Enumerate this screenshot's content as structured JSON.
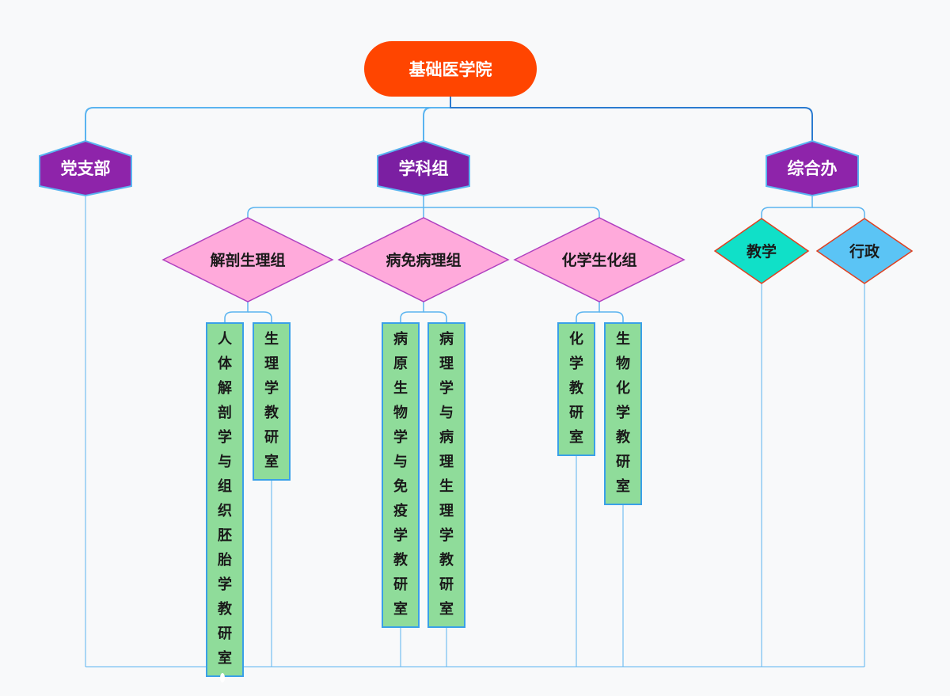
{
  "colors": {
    "root_fill": "#ff4500",
    "hex_fill": "#8e24aa",
    "hex_stroke": "#5ab4f0",
    "diamond_pink": "#ffaadb",
    "diamond_pink_stroke": "#b040c0",
    "diamond_teal": "#10e0c8",
    "diamond_blue": "#5bc4f5",
    "diamond_red_stroke": "#e04020",
    "leaf_fill": "#8fdc9a",
    "leaf_stroke": "#3aa0e8",
    "connector": "#5ab4f0",
    "connector_dark": "#2b7bd0"
  },
  "root": {
    "label": "基础医学院"
  },
  "branches": [
    {
      "id": "party",
      "label": "党支部",
      "children": []
    },
    {
      "id": "discipline",
      "label": "学科组",
      "children": [
        {
          "label": "解剖生理组",
          "leaves": [
            "人体解剖学与组织胚胎学教研室",
            "生理学教研室"
          ]
        },
        {
          "label": "病免病理组",
          "leaves": [
            "病原生物学与免疫学教研室",
            "病理学与病理生理学教研室"
          ]
        },
        {
          "label": "化学生化组",
          "leaves": [
            "化学教研室",
            "生物化学教研室"
          ]
        }
      ]
    },
    {
      "id": "office",
      "label": "综合办",
      "children": [
        {
          "label": "教学",
          "style": "teal"
        },
        {
          "label": "行政",
          "style": "blue"
        }
      ]
    }
  ]
}
